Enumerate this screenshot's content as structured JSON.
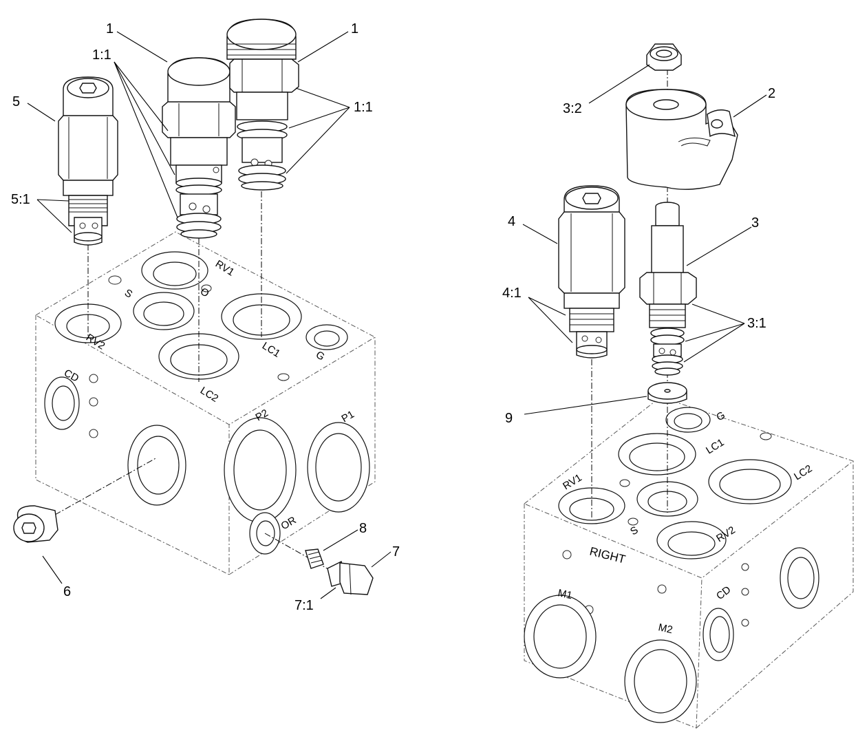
{
  "left_manifold": {
    "ports": [
      "RV1",
      "S",
      "O",
      "RV2",
      "LC1",
      "G",
      "LC2",
      "CD",
      "P2",
      "P1",
      "OR"
    ]
  },
  "right_manifold": {
    "ports": [
      "RV1",
      "LC1",
      "G",
      "LC2",
      "S",
      "RV2",
      "CD",
      "M1",
      "M2"
    ],
    "stamp": "RIGHT"
  },
  "callouts": {
    "c1_left": "1",
    "c1_right": "1",
    "c1_1_upper": "1:1",
    "c1_1_right": "1:1",
    "c5": "5",
    "c5_1": "5:1",
    "c6": "6",
    "c7": "7",
    "c7_1": "7:1",
    "c8": "8",
    "c2": "2",
    "c3": "3",
    "c3_1": "3:1",
    "c3_2": "3:2",
    "c4": "4",
    "c4_1": "4:1",
    "c9": "9"
  },
  "icons": {
    "hex_socket": "hex-socket-icon"
  }
}
